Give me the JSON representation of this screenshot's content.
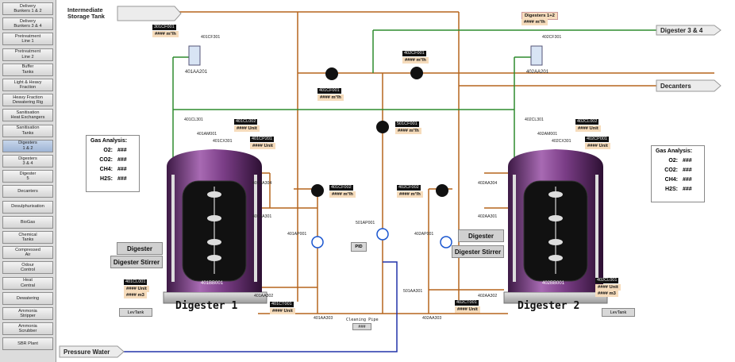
{
  "sidebar": {
    "items": [
      {
        "label": "Delivery\nBunkers 1 & 2",
        "active": false
      },
      {
        "label": "Delivery\nBunkers 3 & 4",
        "active": false
      },
      {
        "label": "Pretreatment\nLine 1",
        "active": false
      },
      {
        "label": "Pretreatment\nLine 2",
        "active": false
      },
      {
        "label": "Buffer\nTanks",
        "active": false
      },
      {
        "label": "Light & Heavy\nFraction",
        "active": false
      },
      {
        "label": "Heavy Fraction\nDewatering Rig",
        "active": false
      },
      {
        "label": "Sanitisation\nHeat Exchangers",
        "active": false
      },
      {
        "label": "Sanitisation\nTanks",
        "active": false
      },
      {
        "label": "Digesters\n1 & 2",
        "active": true
      },
      {
        "label": "Digesters\n3 & 4",
        "active": false
      },
      {
        "label": "Digester\n5",
        "active": false
      },
      {
        "label": "Decanters",
        "active": false
      },
      {
        "label": "Desulphurisation",
        "active": false
      },
      {
        "label": "BioGas",
        "active": false
      },
      {
        "label": "Chemical\nTanks",
        "active": false
      },
      {
        "label": "Compressed\nAir",
        "active": false
      },
      {
        "label": "Odour\nControl",
        "active": false
      },
      {
        "label": "Heat\nCentral",
        "active": false
      },
      {
        "label": "Dewatering",
        "active": false
      },
      {
        "label": "Ammonia\nStripper",
        "active": false
      },
      {
        "label": "Ammonia\nScrubber",
        "active": false
      },
      {
        "label": "SBR Plant",
        "active": false
      }
    ]
  },
  "destinations": {
    "intermediate": "Intermediate\nStorage Tank",
    "digester34": "Digester 3 & 4",
    "decanters": "Decanters",
    "pressure_water": "Pressure Water"
  },
  "tags": {
    "t1": "301CF001",
    "t2": "401CF001",
    "t3": "402CF001",
    "t4": "401CL002",
    "t5": "401CP201",
    "t6": "402CL002",
    "t7": "402CP001",
    "t8": "401CF002",
    "t9": "402CF002",
    "t10": "501CF001",
    "t11": "401CL001",
    "t12": "401CT001",
    "t13": "402CT001",
    "t14": "402CL001"
  },
  "values": {
    "flow": "#### m³/h",
    "unit": "#### Unit",
    "m3": "#### m3",
    "digesters12_header": "Digesters 1+2",
    "cleaning_value": "###"
  },
  "labels": {
    "a1": "401CF301",
    "a2": "402CF301",
    "a3": "401AA201",
    "a4": "402AA201",
    "a5": "401CL301",
    "a6": "401AM001",
    "a7": "401CX301",
    "a8": "402CL301",
    "a9": "402AM001",
    "a10": "402CX301",
    "a11": "401AA304",
    "a12": "401AA301",
    "a13": "402AA304",
    "a14": "402AA301",
    "a15": "401AP001",
    "a16": "402AP001",
    "a17": "501AP001",
    "a18": "501AA301",
    "a19": "401AA302",
    "a20": "401AA303",
    "a21": "402AA303",
    "a22": "402AA302",
    "a23": "401BB001",
    "a24": "402BB001",
    "cleaning": "Cleaning Pipe"
  },
  "gas_analysis": {
    "title": "Gas Analysis:",
    "rows": [
      {
        "k": "O2:",
        "v": "###"
      },
      {
        "k": "CO2:",
        "v": "###"
      },
      {
        "k": "CH4:",
        "v": "###"
      },
      {
        "k": "H2S:",
        "v": "###"
      }
    ]
  },
  "buttons": {
    "digester": "Digester",
    "digester_stirrer": "Digester Stirrer",
    "levtank": "LevTank",
    "pid": "PID"
  },
  "digester_titles": {
    "d1": "Digester 1",
    "d2": "Digester 2"
  },
  "colors": {
    "pipe_brown": "#b5651d",
    "pipe_green": "#2e8b2e",
    "pipe_blue": "#2233aa",
    "tank_purple": "#7a3d86"
  }
}
